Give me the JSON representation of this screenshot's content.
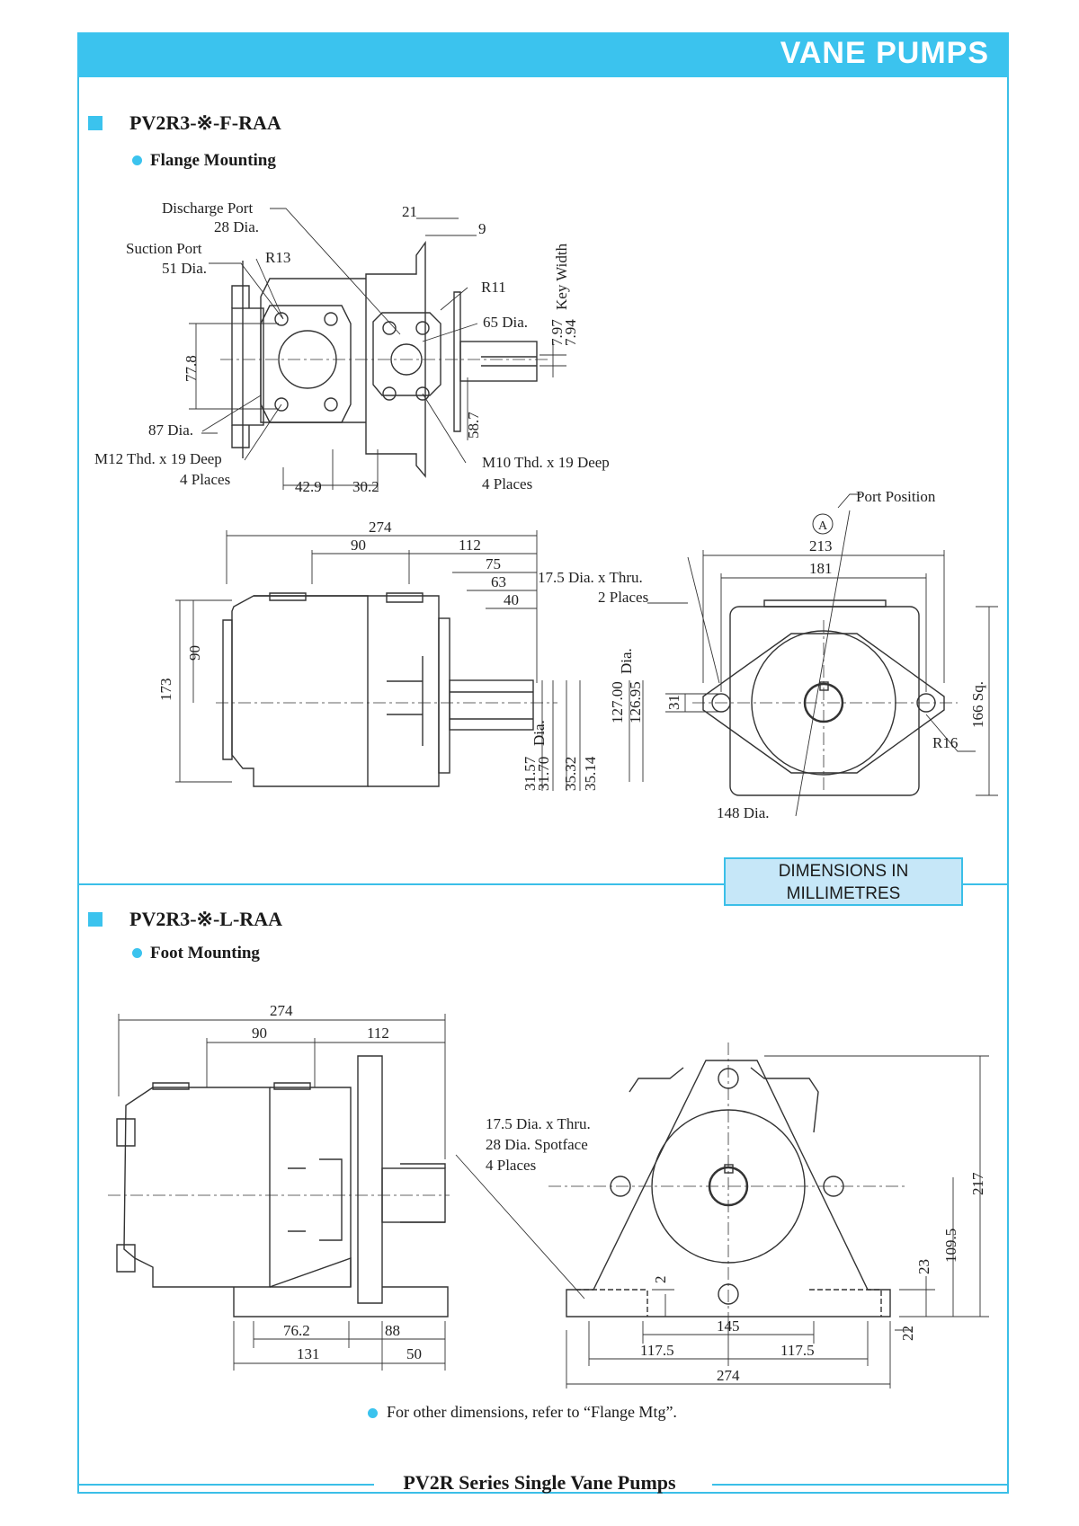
{
  "header": {
    "title": "VANE PUMPS"
  },
  "section1": {
    "model": "PV2R3-※-F-RAA",
    "mounting": "Flange Mounting",
    "labels": {
      "discharge_port": "Discharge Port",
      "discharge_dia": "28 Dia.",
      "suction_port": "Suction Port",
      "suction_dia": "51 Dia.",
      "r13": "R13",
      "r11": "R11",
      "dia65": "65 Dia.",
      "dia87": "87 Dia.",
      "m12": "M12 Thd. x 19 Deep",
      "m12_places": "4 Places",
      "m10": "M10 Thd. x 19 Deep",
      "m10_places": "4 Places",
      "d21": "21",
      "d9": "9",
      "key_width": "Key Width",
      "k797": "7.97",
      "k794": "7.94",
      "d778": "77.8",
      "d587": "58.7",
      "d429": "42.9",
      "d302": "30.2",
      "port_position": "Port Position",
      "port_a": "A",
      "d274": "274",
      "d90": "90",
      "d112": "112",
      "d75": "75",
      "d63": "63",
      "d40": "40",
      "thru": "17.5 Dia. x Thru.",
      "places2": "2 Places",
      "d173": "173",
      "d90v": "90",
      "d3157": "31.57",
      "d3170": "31.70",
      "dia_s": "Dia.",
      "d3532": "35.32",
      "d3514": "35.14",
      "d12700": "127.00",
      "d12695": "126.95",
      "dia_p": "Dia.",
      "d213": "213",
      "d181": "181",
      "d31": "31",
      "d166": "166 Sq.",
      "r16": "R16",
      "dia148": "148 Dia."
    }
  },
  "dimensions_note": {
    "line1": "DIMENSIONS IN",
    "line2": "MILLIMETRES"
  },
  "section2": {
    "model": "PV2R3-※-L-RAA",
    "mounting": "Foot Mounting",
    "labels": {
      "d274": "274",
      "d90": "90",
      "d112": "112",
      "thru": "17.5 Dia. x Thru.",
      "spotface": "28 Dia. Spotface",
      "places4": "4 Places",
      "d762": "76.2",
      "d88": "88",
      "d131": "131",
      "d50": "50",
      "d2": "2",
      "d145": "145",
      "d1175a": "117.5",
      "d1175b": "117.5",
      "d274b": "274",
      "d23": "23",
      "d1095": "109.5",
      "d217": "217",
      "d22": "22"
    }
  },
  "note": "For other dimensions, refer to “Flange Mtg”.",
  "footer": {
    "title": "PV2R Series Single Vane Pumps"
  }
}
